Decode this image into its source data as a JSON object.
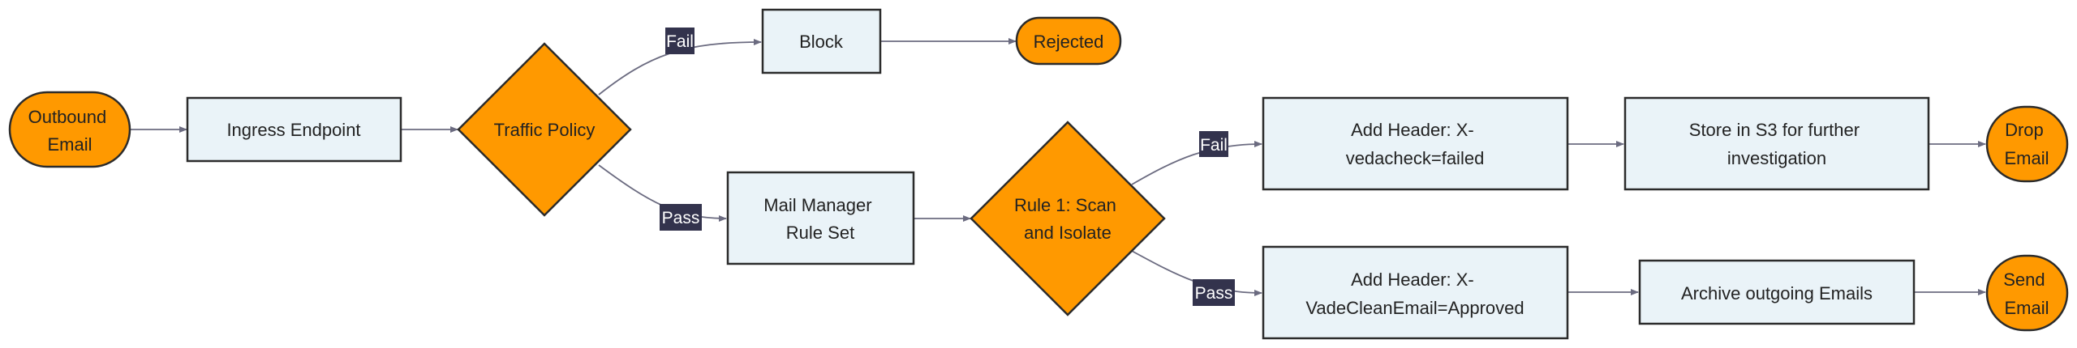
{
  "colors": {
    "terminal_fill": "#ff9900",
    "decision_fill": "#ff9900",
    "process_fill": "#eaf3f8",
    "stroke": "#2b2b2b",
    "edge": "#6b6b80",
    "label_bg": "#33334d",
    "label_text": "#ffffff"
  },
  "nodes": {
    "outbound_email": {
      "lines": [
        "Outbound",
        "Email"
      ]
    },
    "ingress": {
      "lines": [
        "Ingress Endpoint"
      ]
    },
    "traffic_policy": {
      "lines": [
        "Traffic Policy"
      ]
    },
    "block": {
      "lines": [
        "Block"
      ]
    },
    "rejected": {
      "lines": [
        "Rejected"
      ]
    },
    "rule_set": {
      "lines": [
        "Mail Manager",
        "Rule Set"
      ]
    },
    "rule1": {
      "lines": [
        "Rule 1: Scan",
        "and Isolate"
      ]
    },
    "header_failed": {
      "lines": [
        "Add Header: X-",
        "vedacheck=failed"
      ]
    },
    "store_s3": {
      "lines": [
        "Store in S3 for further",
        "investigation"
      ]
    },
    "drop_email": {
      "lines": [
        "Drop",
        "Email"
      ]
    },
    "header_approved": {
      "lines": [
        "Add Header: X-",
        "VadeCleanEmail=Approved"
      ]
    },
    "archive": {
      "lines": [
        "Archive outgoing Emails"
      ]
    },
    "send_email": {
      "lines": [
        "Send",
        "Email"
      ]
    }
  },
  "edge_labels": {
    "policy_fail": "Fail",
    "policy_pass": "Pass",
    "rule_fail": "Fail",
    "rule_pass": "Pass"
  }
}
